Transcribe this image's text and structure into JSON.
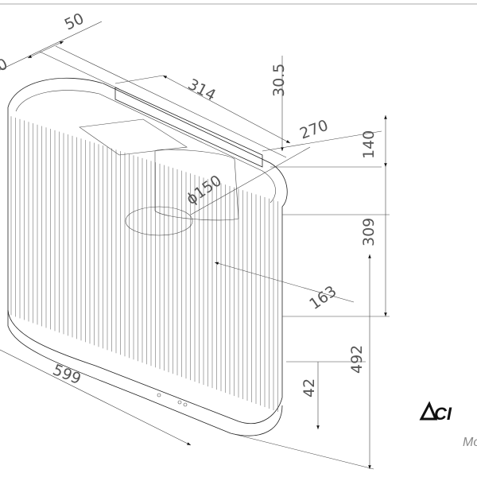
{
  "dimensions": {
    "d50": "50",
    "d_left_cut": "0",
    "d314": "314",
    "d30_5": "30.5",
    "d270": "270",
    "d140": "140",
    "d150": "ϕ150",
    "d309": "309",
    "d163": "163",
    "d492": "492",
    "d42": "42",
    "d599": "599"
  },
  "brand": {
    "logo_text": "CI",
    "model_text": "Mo"
  },
  "colors": {
    "line": "#222222",
    "dimension_text": "#555555"
  }
}
